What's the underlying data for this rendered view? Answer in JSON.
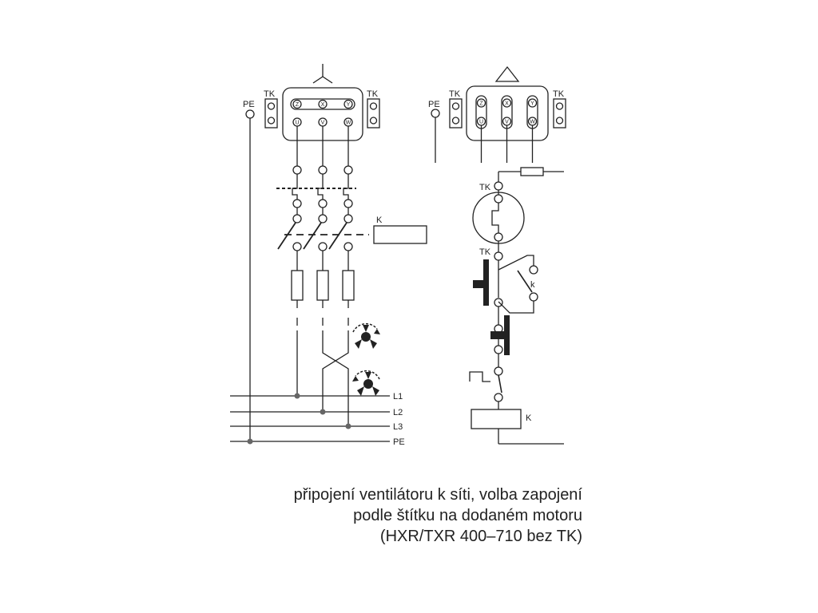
{
  "left_panel": {
    "star_symbol": "star-connection",
    "tk_left": "TK",
    "tk_right": "TK",
    "pe": "PE",
    "terminals_top": [
      "Z",
      "X",
      "Y"
    ],
    "terminals_bottom": [
      "U",
      "V",
      "W"
    ],
    "contactor": "K"
  },
  "right_panel": {
    "delta_symbol": "delta-connection",
    "tk_left": "TK",
    "tk_right": "TK",
    "pe": "PE",
    "terminals_top": [
      "Z",
      "X",
      "Y"
    ],
    "terminals_bottom": [
      "U",
      "V",
      "W"
    ],
    "tk_upper": "TK",
    "tk_lower": "TK",
    "aux_contact": "k",
    "coil": "K"
  },
  "bus": [
    "L1",
    "L2",
    "L3",
    "PE"
  ],
  "caption": {
    "line1": "připojení ventilátoru k síti, volba zapojení",
    "line2": "podle štítku na dodaném motoru",
    "line3": "(HXR/TXR 400–710 bez TK)"
  }
}
